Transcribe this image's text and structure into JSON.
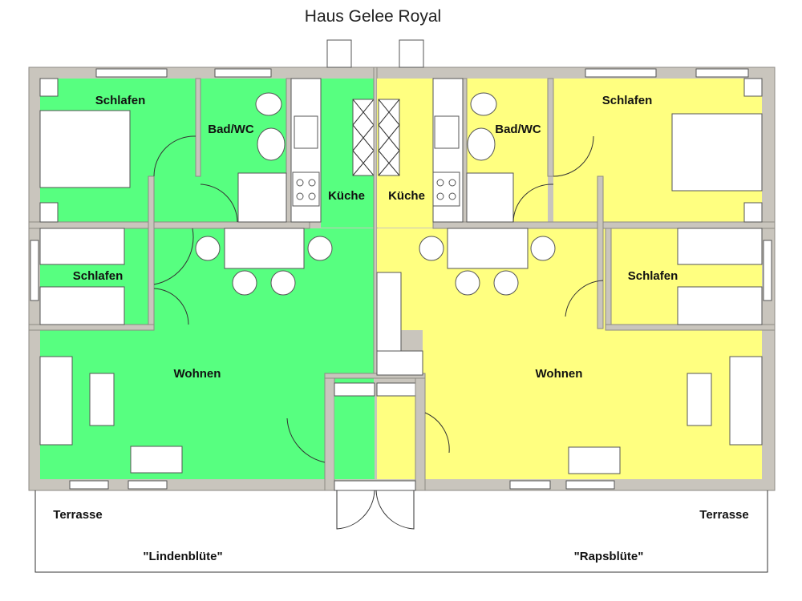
{
  "title": "Haus Gelee Royal",
  "colors": {
    "green": "#57ff80",
    "yellow": "#ffff80",
    "wall": "#c9c5bd"
  },
  "units": [
    {
      "name": "\"Lindenblüte\"",
      "rooms": {
        "bedroom1": "Schlafen",
        "bath": "Bad/WC",
        "kitchen": "Küche",
        "bedroom2": "Schlafen",
        "living": "Wohnen",
        "terrace": "Terrasse"
      }
    },
    {
      "name": "\"Rapsblüte\"",
      "rooms": {
        "bedroom1": "Schlafen",
        "bath": "Bad/WC",
        "kitchen": "Küche",
        "bedroom2": "Schlafen",
        "living": "Wohnen",
        "terrace": "Terrasse"
      }
    }
  ]
}
